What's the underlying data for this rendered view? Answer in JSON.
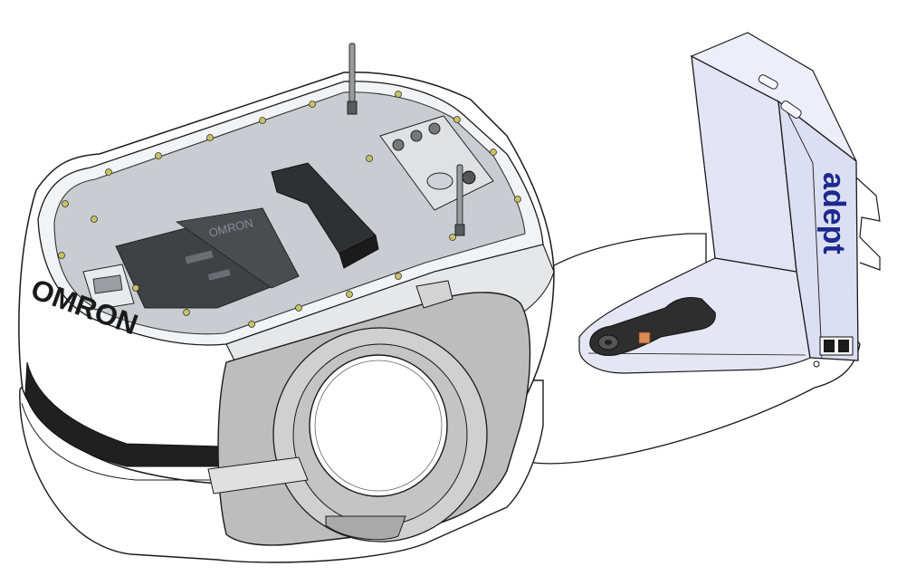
{
  "robot": {
    "brand_text": "OMRON",
    "board_marking": "OMRON"
  },
  "dock": {
    "brand_text": "adept"
  },
  "colors": {
    "line": "#1a1a1a",
    "shell_white": "#ffffff",
    "wheel_cover_gray": "#bdbdbd",
    "top_plate": "#c9cdd2",
    "dark_part": "#3a3a3a",
    "dock_blue": "#dfe1f3",
    "brand_blue": "#1d2a8c",
    "charge_contact": "#d98a55"
  }
}
